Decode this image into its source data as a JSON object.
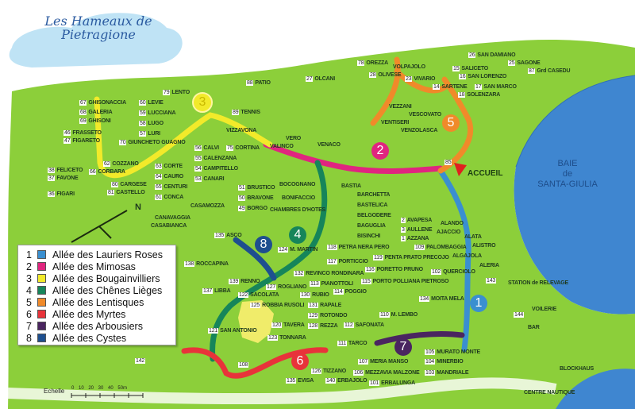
{
  "title": "Les Hameaux de Pietragione",
  "reception": "ACCUEIL",
  "bay": {
    "line1": "BAIE",
    "line2": "de",
    "line3": "SANTA-GIULIA"
  },
  "north": "N",
  "scale": {
    "label": "Echelle",
    "ticks": "0 10 20 30 40 50m"
  },
  "alleys": [
    {
      "num": "1",
      "name": "Allée des Lauriers Roses",
      "color": "#3a8fd0"
    },
    {
      "num": "2",
      "name": "Allée des Mimosas",
      "color": "#e0257f"
    },
    {
      "num": "3",
      "name": "Allée des Bougainvilliers",
      "color": "#f2ea2a"
    },
    {
      "num": "4",
      "name": "Allée des Chênes Lièges",
      "color": "#16855a"
    },
    {
      "num": "5",
      "name": "Allée des Lentisques",
      "color": "#f08a2a"
    },
    {
      "num": "6",
      "name": "Allée des Myrtes",
      "color": "#e8333a"
    },
    {
      "num": "7",
      "name": "Allée des Arbousiers",
      "color": "#4a2560"
    },
    {
      "num": "8",
      "name": "Allée des Cystes",
      "color": "#1e4f8f"
    }
  ],
  "places": [
    {
      "n": "67",
      "name": "GHISONACCIA"
    },
    {
      "n": "68",
      "name": "GALERIA"
    },
    {
      "n": "69",
      "name": "GHISONI"
    },
    {
      "n": "60",
      "name": "LEVIE"
    },
    {
      "n": "59",
      "name": "LUCCIANA"
    },
    {
      "n": "58",
      "name": "LUGO"
    },
    {
      "n": "57",
      "name": "LURI"
    },
    {
      "n": "79",
      "name": "LENTO"
    },
    {
      "n": "89",
      "name": "TENNIS"
    },
    {
      "n": "88",
      "name": "PATIO"
    },
    {
      "n": "46",
      "name": "FRASSETO"
    },
    {
      "n": "47",
      "name": "FIGARETO"
    },
    {
      "n": "70",
      "name": "GIUNCHETO GUAGNO"
    },
    {
      "n": "38",
      "name": "FELICETO"
    },
    {
      "n": "37",
      "name": "FAVONE"
    },
    {
      "n": "36",
      "name": "FIGARI"
    },
    {
      "n": "66",
      "name": "CORBARA"
    },
    {
      "n": "62",
      "name": "COZZANO"
    },
    {
      "n": "63",
      "name": "CORTE"
    },
    {
      "n": "64",
      "name": "CAURO"
    },
    {
      "n": "65",
      "name": "CENTURI"
    },
    {
      "n": "61",
      "name": "CONCA"
    },
    {
      "n": "81",
      "name": "CASTELLO"
    },
    {
      "n": "80",
      "name": "CARGESE"
    },
    {
      "n": "56",
      "name": "CALVI"
    },
    {
      "n": "55",
      "name": "CALENZANA"
    },
    {
      "n": "54",
      "name": "CAMPITELLO"
    },
    {
      "n": "53",
      "name": "CANARI"
    },
    {
      "n": "75",
      "name": "CORTINA"
    },
    {
      "n": "51",
      "name": "BRUSTICO"
    },
    {
      "n": "50",
      "name": "BRAVONE"
    },
    {
      "n": "49",
      "name": "BORGO"
    },
    {
      "n": "",
      "name": "CASAMOZZA"
    },
    {
      "n": "",
      "name": "CANAVAGGIA"
    },
    {
      "n": "",
      "name": "CASABIANCA"
    },
    {
      "n": "",
      "name": "VIZZAVONA"
    },
    {
      "n": "",
      "name": "VALINCO"
    },
    {
      "n": "",
      "name": "VERO"
    },
    {
      "n": "",
      "name": "VENACO"
    },
    {
      "n": "27",
      "name": "OLCANI"
    },
    {
      "n": "78",
      "name": "OREZZA"
    },
    {
      "n": "28",
      "name": "OLIVESE"
    },
    {
      "n": "",
      "name": "VOLPAJOLO"
    },
    {
      "n": "23",
      "name": "VIVARIO"
    },
    {
      "n": "14",
      "name": "SARTENE"
    },
    {
      "n": "15",
      "name": "SALICETO"
    },
    {
      "n": "16",
      "name": "SAN LORENZO"
    },
    {
      "n": "17",
      "name": "SAN MARCO"
    },
    {
      "n": "18",
      "name": "SOLENZARA"
    },
    {
      "n": "26",
      "name": "SAN DAMIANO"
    },
    {
      "n": "25",
      "name": "SAGONE"
    },
    {
      "n": "87",
      "name": "Grd CASEDU"
    },
    {
      "n": "",
      "name": "VEZZANI"
    },
    {
      "n": "",
      "name": "VENTISERI"
    },
    {
      "n": "",
      "name": "VESCOVATO"
    },
    {
      "n": "",
      "name": "VENZOLASCA"
    },
    {
      "n": "",
      "name": "BASTIA"
    },
    {
      "n": "",
      "name": "BARCHETTA"
    },
    {
      "n": "",
      "name": "BASTELICA"
    },
    {
      "n": "",
      "name": "BELGODERE"
    },
    {
      "n": "",
      "name": "BAGUGLIA"
    },
    {
      "n": "",
      "name": "BISINCHI"
    },
    {
      "n": "",
      "name": "BOCOGNANO"
    },
    {
      "n": "",
      "name": "BONIFACCIO"
    },
    {
      "n": "",
      "name": "CHAMBRES D'HOTES"
    },
    {
      "n": "135",
      "name": "ASCO"
    },
    {
      "n": "124",
      "name": "M. MARTIN"
    },
    {
      "n": "138",
      "name": "ROCCAPINA"
    },
    {
      "n": "139",
      "name": "RENNO"
    },
    {
      "n": "137",
      "name": "LIBBA"
    },
    {
      "n": "118",
      "name": "PETRA NERA PERO"
    },
    {
      "n": "117",
      "name": "PORTICCIO"
    },
    {
      "n": "119",
      "name": "PENTA PRATO PRECOJO"
    },
    {
      "n": "116",
      "name": "PORETTO PRUNO"
    },
    {
      "n": "115",
      "name": "PORTO POLLIANA PIETROSO"
    },
    {
      "n": "132",
      "name": "REVINCO RONDINARA"
    },
    {
      "n": "113",
      "name": "PIANOTTOLI"
    },
    {
      "n": "114",
      "name": "POGGIO"
    },
    {
      "n": "130",
      "name": "RUBIO"
    },
    {
      "n": "131",
      "name": "RAPALE"
    },
    {
      "n": "129",
      "name": "ROTONDO"
    },
    {
      "n": "128",
      "name": "REZZA"
    },
    {
      "n": "127",
      "name": "ROGLIANO"
    },
    {
      "n": "125",
      "name": "ROBBIA RUSOLI"
    },
    {
      "n": "122",
      "name": "SACOLATA"
    },
    {
      "n": "121",
      "name": "SAN ANTONIO"
    },
    {
      "n": "112",
      "name": "SAFONATA"
    },
    {
      "n": "120",
      "name": "TAVERA"
    },
    {
      "n": "110",
      "name": "M. LEMBO"
    },
    {
      "n": "109",
      "name": "PALOMBAGGIA"
    },
    {
      "n": "134",
      "name": "MOITA MELA"
    },
    {
      "n": "102",
      "name": "QUERCIOLO"
    },
    {
      "n": "3",
      "name": "AULLENE"
    },
    {
      "n": "2",
      "name": "AVAPESA"
    },
    {
      "n": "1",
      "name": "AZZANA"
    },
    {
      "n": "",
      "name": "AJACCIO"
    },
    {
      "n": "",
      "name": "ALANDO"
    },
    {
      "n": "",
      "name": "ALATA"
    },
    {
      "n": "",
      "name": "ALGAJOLA"
    },
    {
      "n": "",
      "name": "ALISTRO"
    },
    {
      "n": "",
      "name": "ALERIA"
    },
    {
      "n": "123",
      "name": "TONNARA"
    },
    {
      "n": "111",
      "name": "TARCO"
    },
    {
      "n": "107",
      "name": "MERIA MANSO"
    },
    {
      "n": "106",
      "name": "MEZZAVIA MALZONE"
    },
    {
      "n": "105",
      "name": "MURATO MONTE"
    },
    {
      "n": "104",
      "name": "MINERBIO"
    },
    {
      "n": "103",
      "name": "MANDRIALE"
    },
    {
      "n": "101",
      "name": "ERBALUNGA"
    },
    {
      "n": "140",
      "name": "ERBAJOLO"
    },
    {
      "n": "108",
      "name": ""
    },
    {
      "n": "135",
      "name": "EVISA"
    },
    {
      "n": "126",
      "name": "TIZZANO"
    },
    {
      "n": "142",
      "name": ""
    },
    {
      "n": "143",
      "name": ""
    },
    {
      "n": "144",
      "name": ""
    },
    {
      "n": "",
      "name": "BAR"
    },
    {
      "n": "",
      "name": "VOILERIE"
    },
    {
      "n": "",
      "name": "BLOCKHAUS"
    },
    {
      "n": "",
      "name": "CENTRE NAUTIQUE"
    },
    {
      "n": "",
      "name": "STATION de RELEVAGE"
    },
    {
      "n": "85",
      "name": ""
    }
  ]
}
